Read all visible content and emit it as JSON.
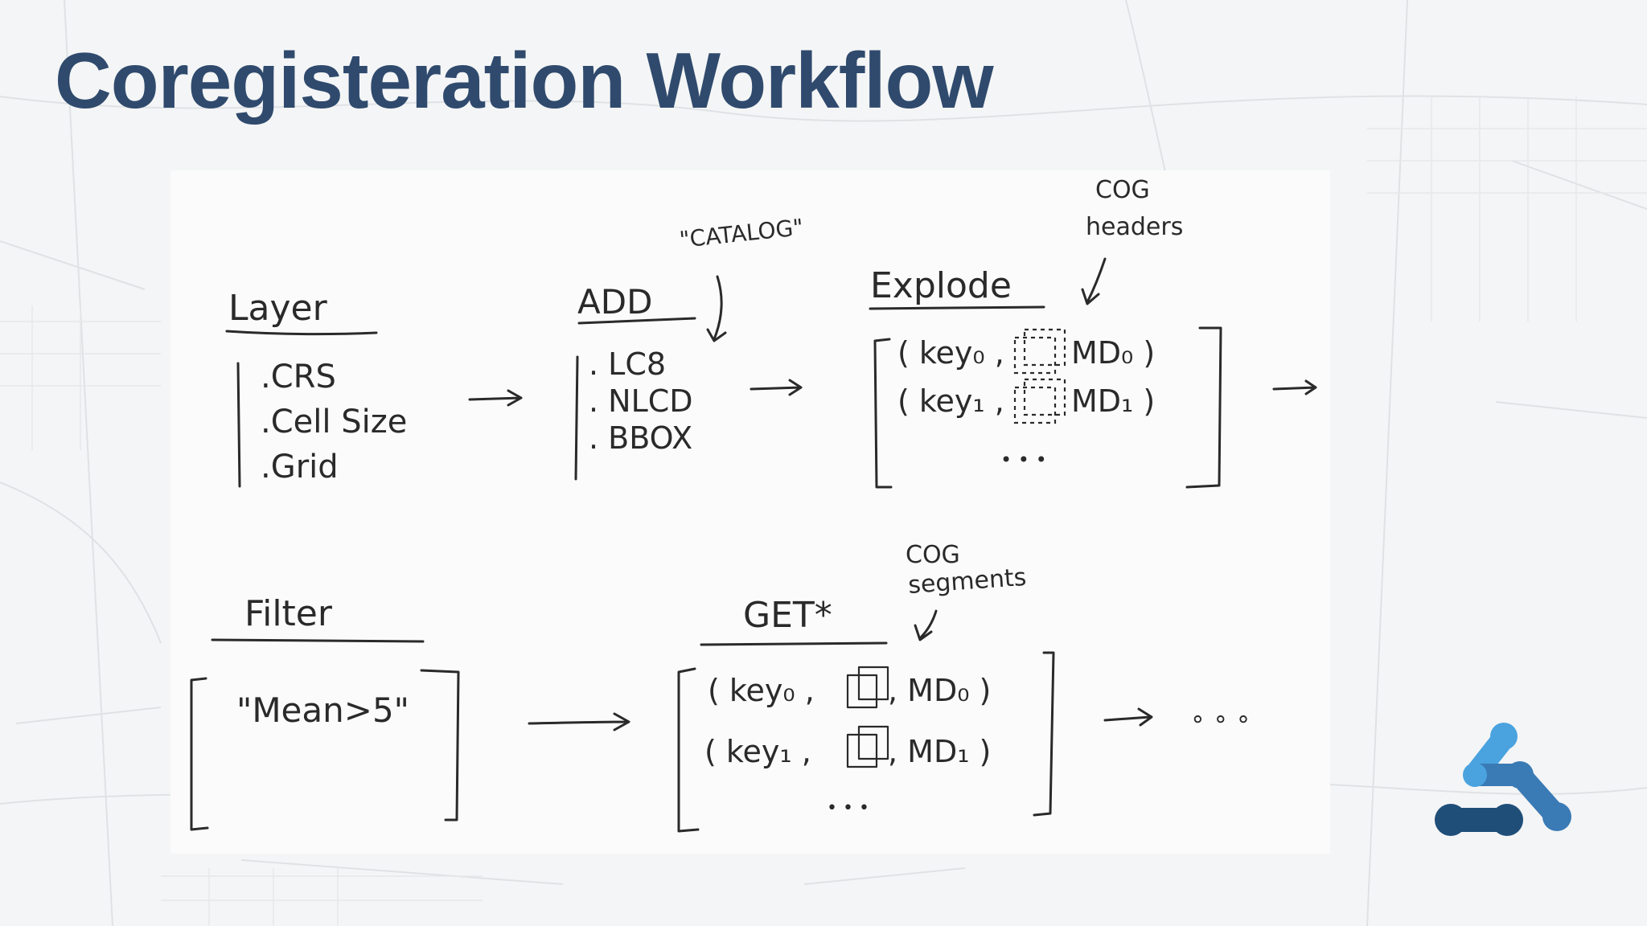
{
  "title": "Coregisteration Workflow",
  "sketch": {
    "layer": {
      "heading": "Layer",
      "items": [
        ".CRS",
        ".Cell Size",
        ".Grid"
      ]
    },
    "add": {
      "heading": "ADD",
      "note": "\"CATALOG\"",
      "items": [
        ". LC8",
        ". NLCD",
        ". BBOX"
      ]
    },
    "explode": {
      "heading": "Explode",
      "note_line1": "COG",
      "note_line2": "headers",
      "rows": [
        {
          "open": "( key₀ ,",
          "close": "MD₀ )"
        },
        {
          "open": "( key₁ ,",
          "close": "MD₁ )"
        }
      ],
      "ellipsis": "• • •"
    },
    "filter": {
      "heading": "Filter",
      "expression": "\"Mean>5\""
    },
    "get": {
      "heading": "GET*",
      "note_line1": "COG",
      "note_line2": "segments",
      "rows": [
        {
          "open": "( key₀ ,",
          "close": ", MD₀ )"
        },
        {
          "open": "( key₁ ,",
          "close": ", MD₁ )"
        }
      ],
      "ellipsis": "• • •"
    },
    "trailing_ellipsis": "∘ ∘ ∘"
  },
  "logo": {
    "name": "logo-icon",
    "colors": [
      "#4aa3df",
      "#3a7ab5",
      "#1f4e79"
    ]
  }
}
